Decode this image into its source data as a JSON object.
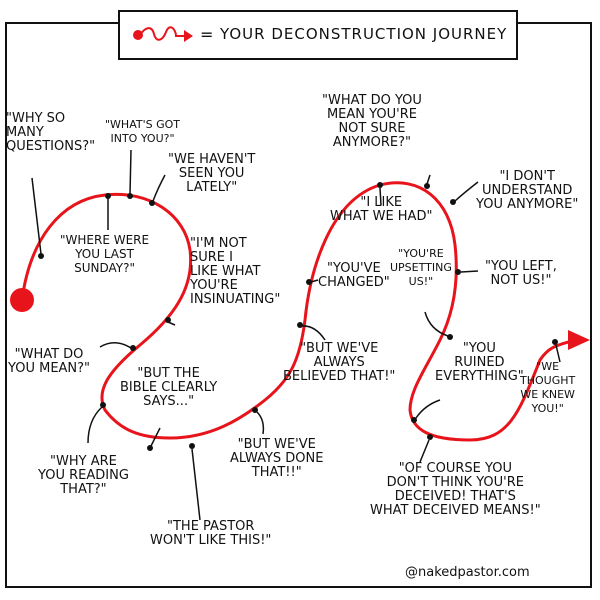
{
  "banner": {
    "legend_symbol": "red-journey-line-icon",
    "equals": "=",
    "title": "YOUR DECONSTRUCTION JOURNEY"
  },
  "colors": {
    "journey": "#e8141b",
    "ink": "#111111",
    "background": "#ffffff"
  },
  "quotes": [
    {
      "id": "why-so-many-questions",
      "text": "\"WHY SO\nMANY\nQUESTIONS?\""
    },
    {
      "id": "whats-got-into-you",
      "text": "\"WHAT'S GOT\nINTO YOU?\""
    },
    {
      "id": "we-havent-seen-you",
      "text": "\"WE HAVEN'T\nSEEN YOU\nLATELY\""
    },
    {
      "id": "where-were-you",
      "text": "\"WHERE WERE\nYOU LAST\nSUNDAY?\""
    },
    {
      "id": "im-not-sure",
      "text": "\"I'M NOT\nSURE I\nLIKE WHAT\nYOU'RE\nINSINUATING\""
    },
    {
      "id": "what-do-you-mean",
      "text": "\"WHAT DO\nYOU MEAN?\""
    },
    {
      "id": "but-the-bible",
      "text": "\"BUT THE\nBIBLE CLEARLY\nSAYS...\""
    },
    {
      "id": "why-are-you-reading",
      "text": "\"WHY ARE\nYOU READING\nTHAT?\""
    },
    {
      "id": "the-pastor",
      "text": "\"THE PASTOR\nWON'T LIKE THIS!\""
    },
    {
      "id": "always-done",
      "text": "\"BUT WE'VE\nALWAYS DONE\nTHAT!!\""
    },
    {
      "id": "always-believed",
      "text": "\"BUT WE'VE\nALWAYS\nBELIEVED THAT!\""
    },
    {
      "id": "youve-changed",
      "text": "\"YOU'VE\nCHANGED\""
    },
    {
      "id": "youre-upsetting",
      "text": "\"YOU'RE\nUPSETTING\nUS!\""
    },
    {
      "id": "i-like-what-we-had",
      "text": "\"I LIKE\nWHAT WE HAD\""
    },
    {
      "id": "what-do-you-mean-not-sure",
      "text": "\"WHAT DO YOU\nMEAN YOU'RE\nNOT SURE\nANYMORE?\""
    },
    {
      "id": "i-dont-understand",
      "text": "\"I DON'T\nUNDERSTAND\nYOU ANYMORE\""
    },
    {
      "id": "you-left",
      "text": "\"YOU LEFT,\nNOT US!\""
    },
    {
      "id": "you-ruined",
      "text": "\"YOU\nRUINED\nEVERYTHING\""
    },
    {
      "id": "we-thought",
      "text": "\"WE\nTHOUGHT\nWE KNEW\nYOU!\""
    },
    {
      "id": "of-course",
      "text": "\"OF COURSE YOU\nDON'T THINK YOU'RE\nDECEIVED! THAT'S\nWHAT DECEIVED MEANS!\""
    }
  ],
  "credit": "@nakedpastor.com"
}
